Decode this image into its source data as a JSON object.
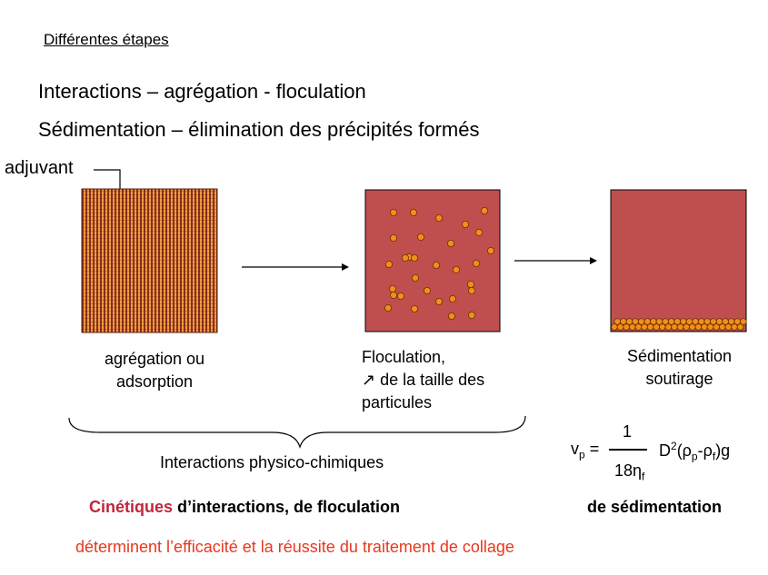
{
  "heading": "Différentes étapes",
  "lines": [
    "Interactions – agrégation - floculation",
    "Sédimentation – élimination des précipités formés"
  ],
  "adjuvant_label": "adjuvant",
  "captions": {
    "step1": [
      "agrégation ou",
      "adsorption"
    ],
    "step2": [
      "Floculation,",
      "↗ de la taille des",
      "particules"
    ],
    "step3": [
      "Sédimentation",
      "soutirage"
    ]
  },
  "brace_label": "Interactions physico-chimiques",
  "formula": {
    "lhs": "v",
    "lhs_sub": "p",
    "equals": "=",
    "numerator": "1",
    "denominator": "18η",
    "denominator_sub": "f",
    "d": "D",
    "d_sup": "2",
    "open": "(ρ",
    "rho_p_sub": "p",
    "minus": "-ρ",
    "rho_f_sub": "f",
    "close": ")g"
  },
  "kinetics": {
    "red_word": "Cinétiques",
    "rest": " d’interactions, de floculation",
    "sedimentation": "de sédimentation"
  },
  "conclusion": "déterminent l’efficacité et la réussite du traitement de collage",
  "colors": {
    "box_fill": "#bf4f4f",
    "particle": "#f0901a",
    "stripe_dark": "#8a2f1e",
    "stripe_light": "#f0a040",
    "red_text": "#c0263a",
    "orange_text": "#e8381e"
  }
}
